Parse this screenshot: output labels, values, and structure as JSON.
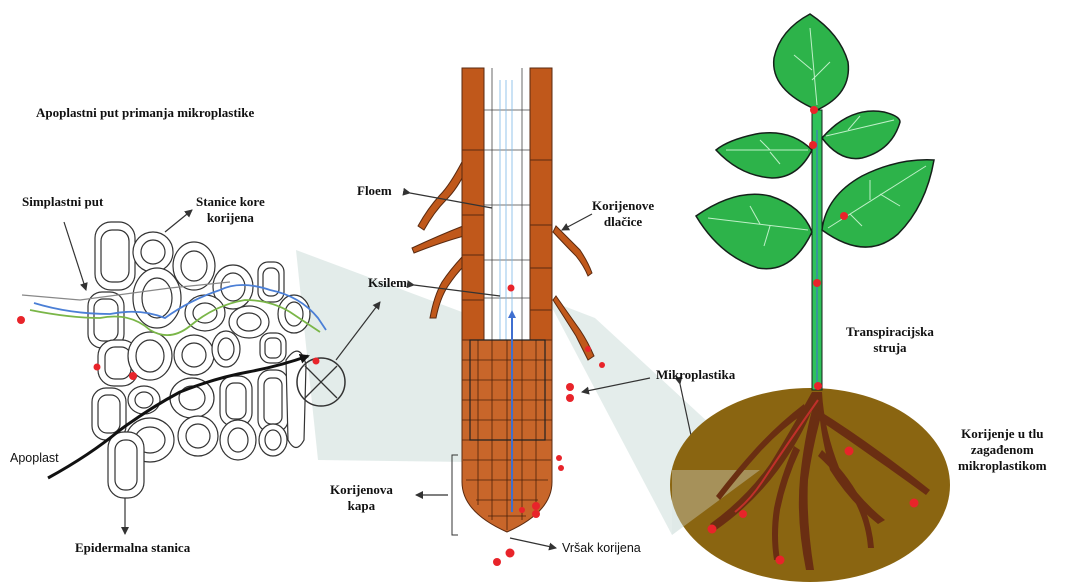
{
  "title": "Apoplastni put primanja mikroplastike",
  "labels": {
    "simplastni_put": "Simplastni put",
    "stanice_kore_1": "Stanice kore",
    "stanice_kore_2": "korijena",
    "apoplast": "Apoplast",
    "epidermalna_stanica": "Epidermalna stanica",
    "floem": "Floem",
    "ksilem": "Ksilem",
    "korijenove_dlacice_1": "Korijenove",
    "korijenove_dlacice_2": "dlačice",
    "mikroplastika": "Mikroplastika",
    "korijenova_kapa_1": "Korijenova",
    "korijenova_kapa_2": "kapa",
    "vrsak_korijena": "Vršak korijena",
    "transpiracijska_1": "Transpiracijska",
    "transpiracijska_2": "struja",
    "korijenje_1": "Korijenje u tlu",
    "korijenje_2": "zagađenom",
    "korijenje_3": "mikroplastikom"
  },
  "colors": {
    "root_wall": "#c0581b",
    "microplastic": "#e8242a",
    "leaf": "#2db34a",
    "leaf_dark": "#15201a",
    "stem": "#2fc25a",
    "soil": "#8a6511",
    "roots": "#6a2e12",
    "xylem_arrow": "#3f6fd0",
    "symplast_green": "#7ab648",
    "symplast_blue": "#4b7fd6",
    "panel": "#d9e6e3"
  },
  "icons": [
    "arrow-icon",
    "microplastic-dot-icon",
    "leaf-icon"
  ]
}
